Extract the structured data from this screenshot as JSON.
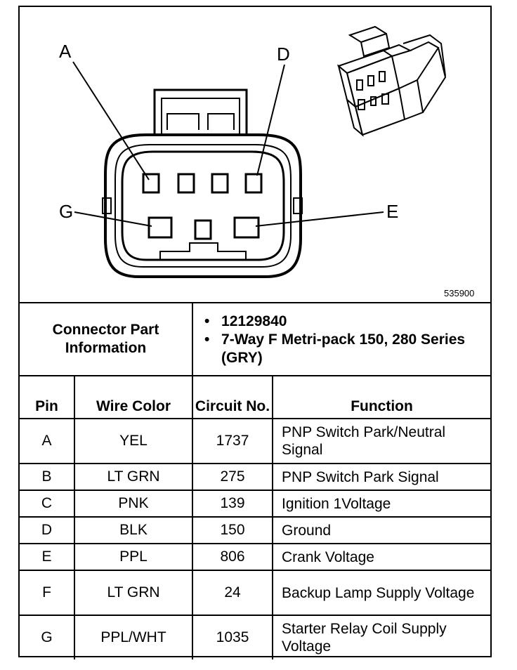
{
  "figure": {
    "pin_labels": {
      "A": "A",
      "D": "D",
      "G": "G",
      "E": "E"
    },
    "figure_number": "535900"
  },
  "part_info": {
    "label": "Connector Part Information",
    "items": [
      "12129840",
      "7-Way F Metri-pack 150, 280 Series (GRY)"
    ]
  },
  "pin_table": {
    "headers": {
      "pin": "Pin",
      "wire_color": "Wire Color",
      "circuit": "Circuit No.",
      "function": "Function"
    },
    "rows": [
      {
        "pin": "A",
        "wire_color": "YEL",
        "circuit": "1737",
        "function": "PNP Switch Park/Neutral Signal"
      },
      {
        "pin": "B",
        "wire_color": "LT GRN",
        "circuit": "275",
        "function": "PNP Switch Park Signal"
      },
      {
        "pin": "C",
        "wire_color": "PNK",
        "circuit": "139",
        "function": "Ignition 1Voltage"
      },
      {
        "pin": "D",
        "wire_color": "BLK",
        "circuit": "150",
        "function": "Ground"
      },
      {
        "pin": "E",
        "wire_color": "PPL",
        "circuit": "806",
        "function": "Crank Voltage"
      },
      {
        "pin": "F",
        "wire_color": "LT GRN",
        "circuit": "24",
        "function": "Backup Lamp Supply Voltage"
      },
      {
        "pin": "G",
        "wire_color": "PPL/WHT",
        "circuit": "1035",
        "function": "Starter Relay Coil Supply Voltage"
      }
    ]
  }
}
